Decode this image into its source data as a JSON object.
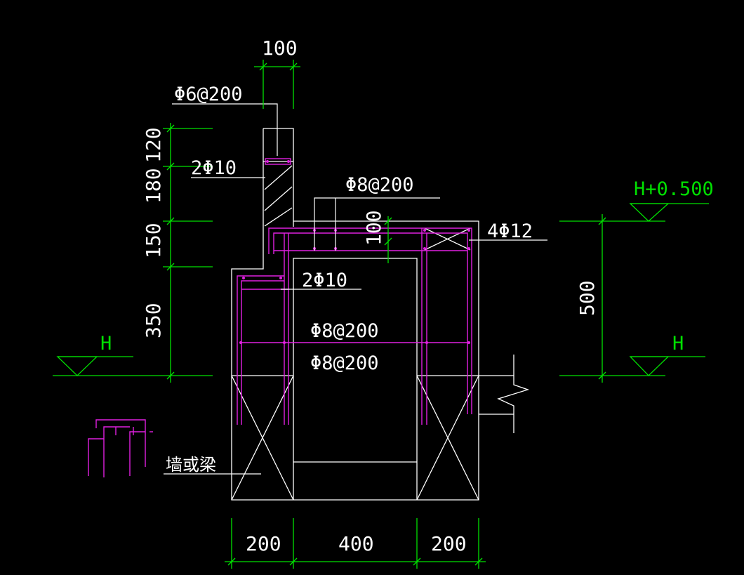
{
  "colors": {
    "background": "#000000",
    "structure": "#ffffff",
    "dimension": "#00e000",
    "rebar": "#e020e0"
  },
  "dimensions": {
    "top_width": "100",
    "wall_height_1": "120",
    "wall_height_2": "180",
    "wall_height_3": "150",
    "wall_height_4": "350",
    "right_height": "500",
    "beam_depth": "100",
    "bottom_left": "200",
    "bottom_middle": "400",
    "bottom_right": "200"
  },
  "labels": {
    "top_stirrup": "Φ6@200",
    "top_bars": "2Φ10",
    "mid_stirrup": "Φ8@200",
    "corner_bars": "4Φ12",
    "ledge_bars": "2Φ10",
    "wall_bars_1": "Φ8@200",
    "wall_bars_2": "Φ8@200",
    "wall_or_beam": "墙或梁"
  },
  "levels": {
    "left": "H",
    "right_top": "H+0.500",
    "right_bottom": "H"
  }
}
